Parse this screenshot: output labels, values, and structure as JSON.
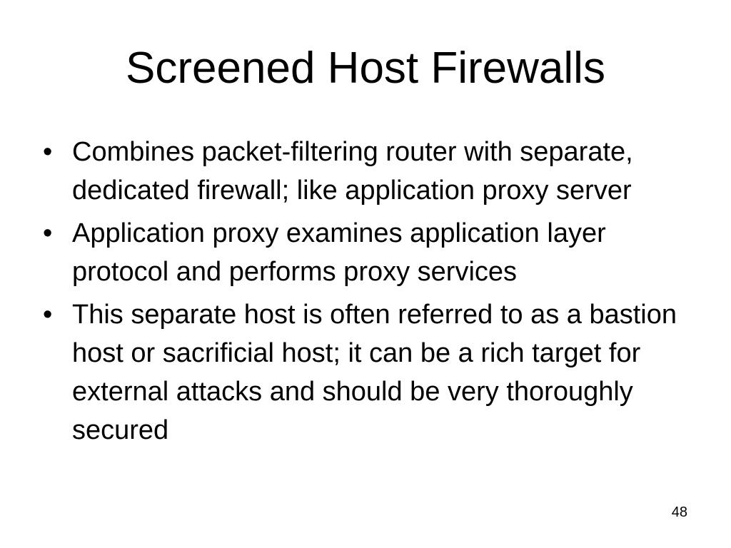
{
  "slide": {
    "title": "Screened Host Firewalls",
    "bullets": [
      {
        "marker": "•",
        "text": "Combines packet-filtering router with separate, dedicated firewall; like application proxy server"
      },
      {
        "marker": "•",
        "text": "Application proxy examines application layer protocol and performs proxy services"
      },
      {
        "marker": "•",
        "text": "This separate host is often referred to as a bastion host or sacrificial host; it can be a rich target for external attacks and should be very thoroughly secured"
      }
    ],
    "page_number": "48"
  }
}
